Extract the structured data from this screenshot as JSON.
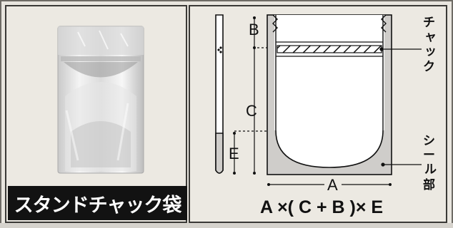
{
  "product_name": "スタンドチャック袋",
  "labels": {
    "a": "A",
    "b": "B",
    "c": "C",
    "e": "E",
    "zipper": [
      "チ",
      "ャ",
      "ッ",
      "ク"
    ],
    "seal": [
      "シ",
      "ー",
      "ル",
      "部"
    ]
  },
  "formula": "A ×( C + B )× E",
  "colors": {
    "background": "#ebe8e1",
    "panel_border": "#3a3936",
    "seal_gray": "#cfcdca",
    "caption_bg": "#121212"
  }
}
